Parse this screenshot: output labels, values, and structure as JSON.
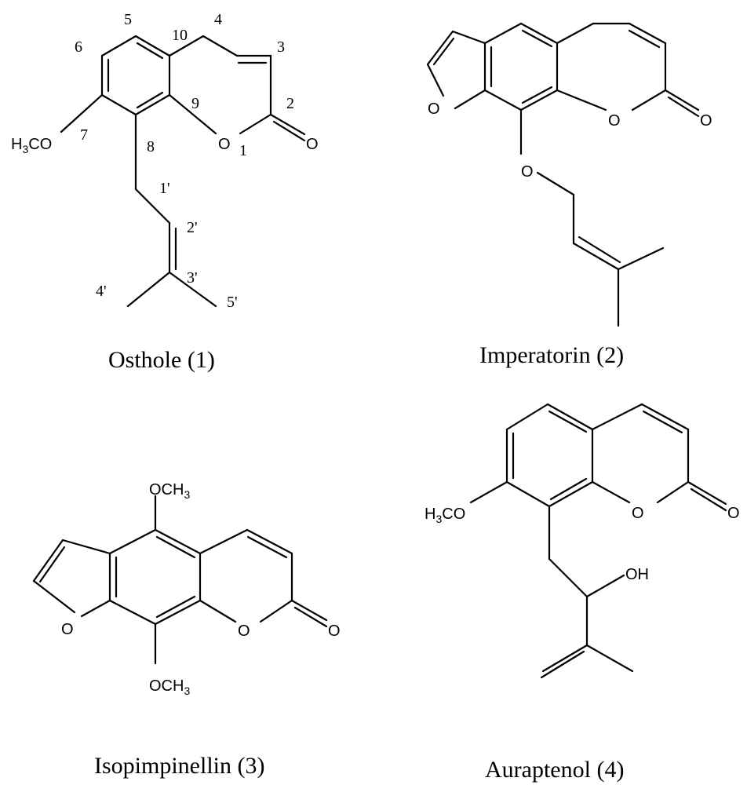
{
  "compounds": [
    {
      "name": "Osthole (1)",
      "atoms": {
        "methoxy": "H3CO",
        "ring_o": "O",
        "carbonyl_o": "O"
      },
      "numbering": [
        "5",
        "4",
        "10",
        "3",
        "6",
        "9",
        "2",
        "7",
        "8",
        "1",
        "1'",
        "2'",
        "3'",
        "4'",
        "5'"
      ]
    },
    {
      "name": "Imperatorin (2)",
      "atoms": {
        "furan_o": "O",
        "ring_o": "O",
        "carbonyl_o": "O",
        "ether_o": "O"
      }
    },
    {
      "name": "Isopimpinellin (3)",
      "atoms": {
        "methoxy_top": "OCH3",
        "methoxy_bottom": "OCH3",
        "furan_o": "O",
        "ring_o": "O",
        "carbonyl_o": "O"
      }
    },
    {
      "name": "Auraptenol (4)",
      "atoms": {
        "methoxy": "H3CO",
        "ring_o": "O",
        "carbonyl_o": "O",
        "hydroxyl": "OH"
      }
    }
  ]
}
